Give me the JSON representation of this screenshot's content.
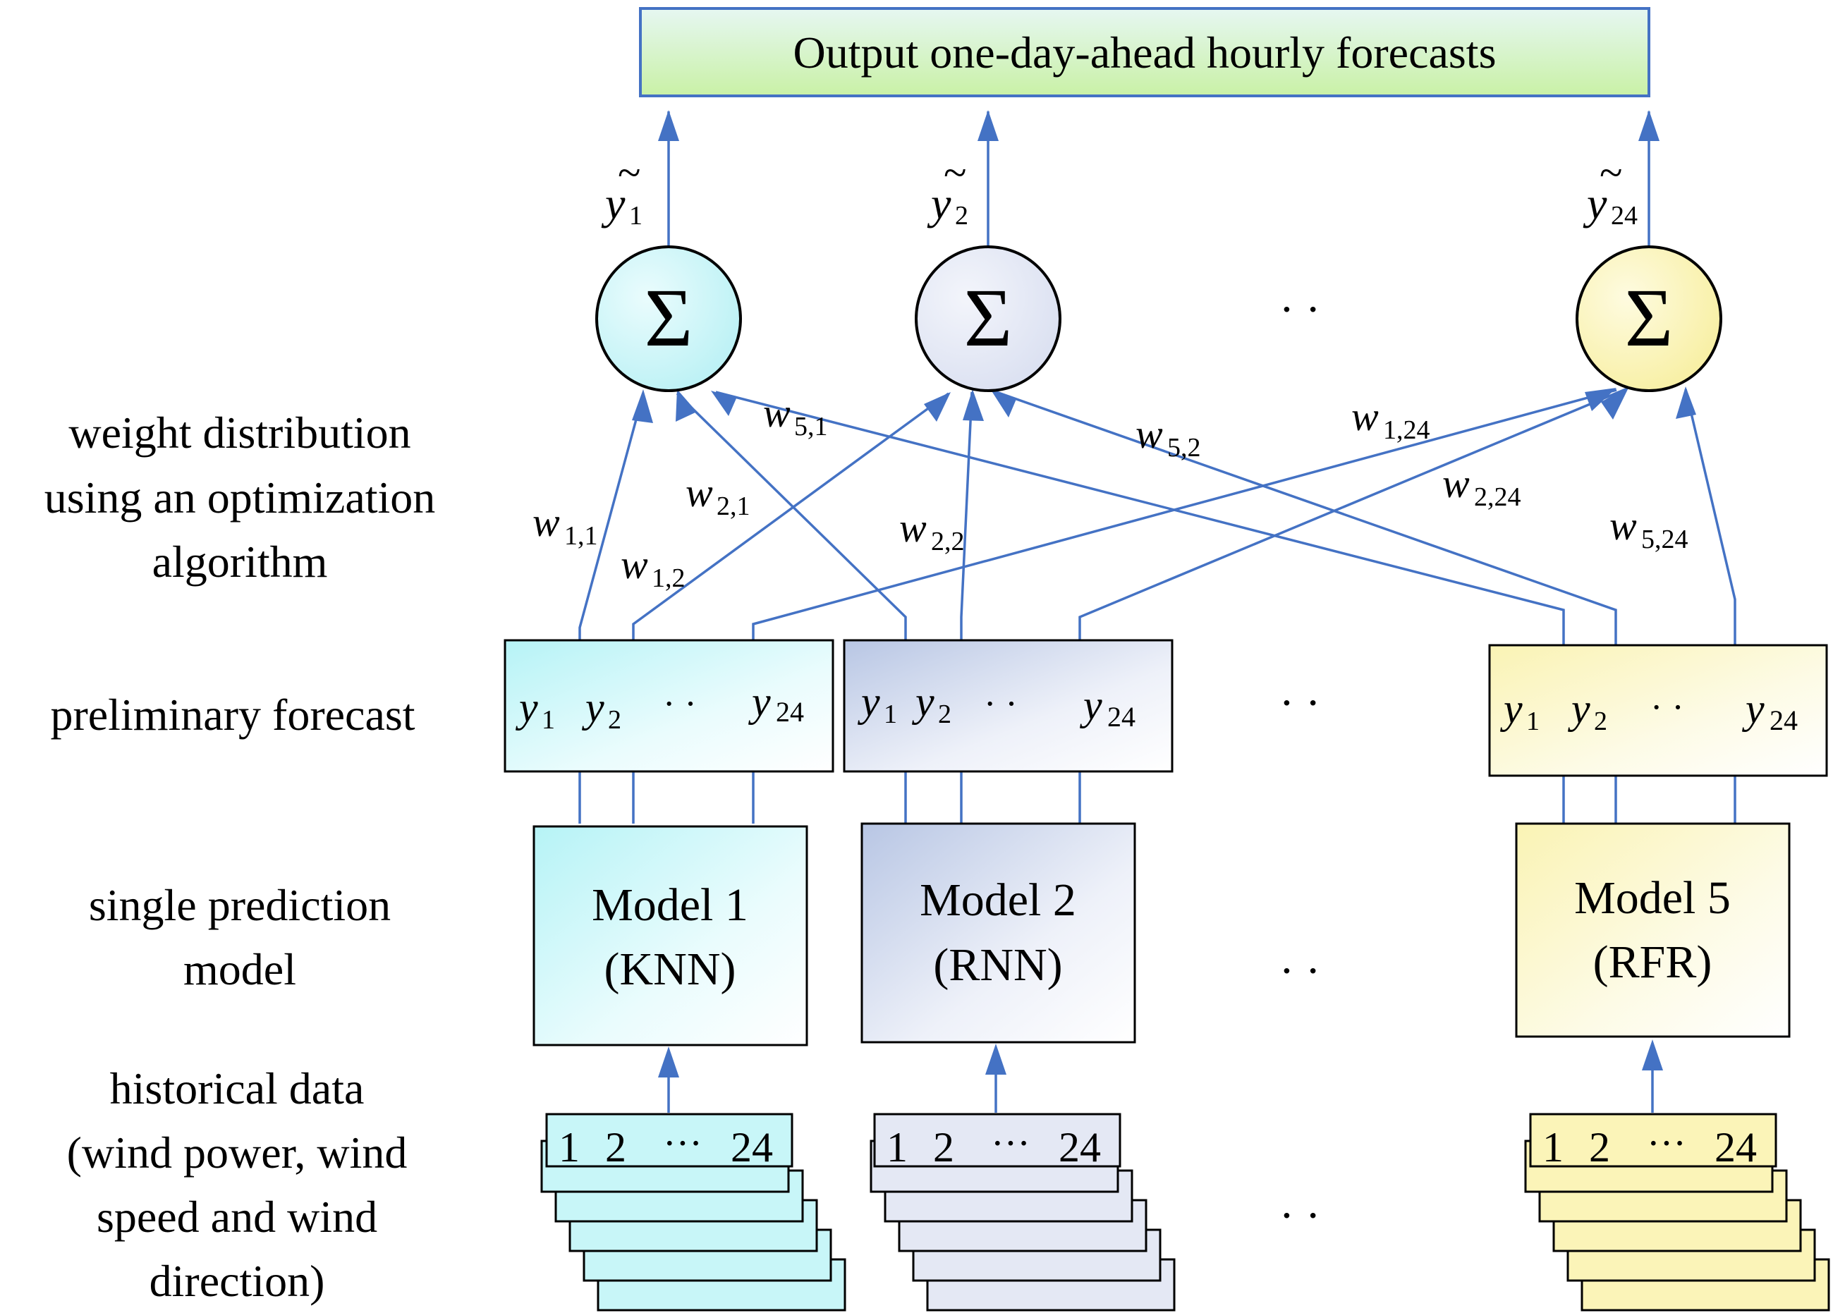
{
  "output_box": {
    "label": "Output one-day-ahead hourly forecasts"
  },
  "sum_nodes": [
    {
      "symbol": "Σ",
      "output_var": "y",
      "output_sub": "1",
      "tilde": "~",
      "fill": "#c8f6f8"
    },
    {
      "symbol": "Σ",
      "output_var": "y",
      "output_sub": "2",
      "tilde": "~",
      "fill": "#e4e8f4"
    },
    {
      "symbol": "Σ",
      "output_var": "y",
      "output_sub": "24",
      "tilde": "~",
      "fill": "#fbf4b8"
    }
  ],
  "ellipsis": "· ·",
  "row_labels": {
    "weight": [
      "weight distribution",
      "using an optimization",
      "algorithm"
    ],
    "preliminary": [
      "preliminary forecast"
    ],
    "single": [
      "single prediction",
      "model"
    ],
    "historical": [
      "historical data",
      "(wind power, wind",
      "speed and wind",
      "direction)"
    ]
  },
  "weights": [
    {
      "var": "w",
      "sub": "1,1"
    },
    {
      "var": "w",
      "sub": "2,1"
    },
    {
      "var": "w",
      "sub": "5,1"
    },
    {
      "var": "w",
      "sub": "1,2"
    },
    {
      "var": "w",
      "sub": "2,2"
    },
    {
      "var": "w",
      "sub": "5,2"
    },
    {
      "var": "w",
      "sub": "1,24"
    },
    {
      "var": "w",
      "sub": "2,24"
    },
    {
      "var": "w",
      "sub": "5,24"
    }
  ],
  "forecast_boxes": [
    {
      "y1": "y",
      "s1": "1",
      "y2": "y",
      "s2": "2",
      "dots": "· ·",
      "y24": "y",
      "s24": "24"
    },
    {
      "y1": "y",
      "s1": "1",
      "y2": "y",
      "s2": "2",
      "dots": "· ·",
      "y24": "y",
      "s24": "24"
    },
    {
      "y1": "y",
      "s1": "1",
      "y2": "y",
      "s2": "2",
      "dots": "· ·",
      "y24": "y",
      "s24": "24"
    }
  ],
  "models": [
    {
      "line1": "Model 1",
      "line2": "(KNN)"
    },
    {
      "line1": "Model 2",
      "line2": "(RNN)"
    },
    {
      "line1": "Model 5",
      "line2": "(RFR)"
    }
  ],
  "data_cards": [
    {
      "n1": "1",
      "n2": "2",
      "dots": "···",
      "n24": "24",
      "fill": "#c8f6f8"
    },
    {
      "n1": "1",
      "n2": "2",
      "dots": "···",
      "n24": "24",
      "fill": "#e4e8f4"
    },
    {
      "n1": "1",
      "n2": "2",
      "dots": "···",
      "n24": "24",
      "fill": "#fbf4b8"
    }
  ],
  "colors": {
    "arrow": "#4472C4",
    "output_box_top": "#e6f7f2",
    "output_box_bottom": "#c9f1a6",
    "output_box_border": "#4472C4"
  }
}
